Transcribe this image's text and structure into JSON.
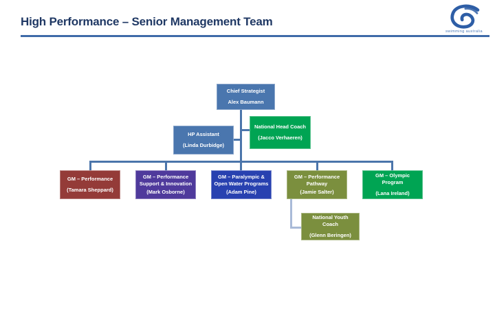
{
  "slide": {
    "title": "High Performance – Senior Management Team",
    "logo_caption": "swimming australia"
  },
  "org_chart": {
    "type": "org-tree",
    "nodes": {
      "chief": {
        "role": "Chief Strategist",
        "person": "Alex Baumann",
        "color": "#4A76AE"
      },
      "hp_assistant": {
        "role": "HP Assistant",
        "person": "(Linda Durbidge)",
        "color": "#4A76AE"
      },
      "head_coach": {
        "role": "National Head Coach",
        "person": "(Jacco Verhaeren)",
        "color": "#00A453"
      },
      "gm_performance": {
        "role": "GM – Performance",
        "person": "(Tamara Sheppard)",
        "color": "#943B38"
      },
      "gm_support": {
        "role": "GM – Performance Support & Innovation",
        "person": "(Mark Osborne)",
        "color": "#4F3A9C"
      },
      "gm_paralympic": {
        "role": "GM – Paralympic & Open Water Programs",
        "person": "(Adam Pine)",
        "color": "#2841B0"
      },
      "gm_pathway": {
        "role": "GM – Performance Pathway",
        "person": "(Jamie Salter)",
        "color": "#7B8F3E"
      },
      "gm_olympic": {
        "role": "GM – Olympic Program",
        "person": "(Lana Ireland)",
        "color": "#00A453"
      },
      "youth_coach": {
        "role": "National Youth Coach",
        "person": "(Glenn Beringen)",
        "color": "#7B8F3E"
      }
    },
    "edges": [
      [
        "chief",
        "hp_assistant"
      ],
      [
        "chief",
        "head_coach"
      ],
      [
        "chief",
        "gm_performance"
      ],
      [
        "chief",
        "gm_support"
      ],
      [
        "chief",
        "gm_paralympic"
      ],
      [
        "chief",
        "gm_pathway"
      ],
      [
        "chief",
        "gm_olympic"
      ],
      [
        "gm_pathway",
        "youth_coach"
      ]
    ]
  },
  "colors": {
    "title_text": "#1F3864",
    "title_rule": "#3E6AA8",
    "connector": "#4B75AB",
    "connector_light": "#A9BAD8",
    "steel_blue": "#4A76AE",
    "green": "#00A453",
    "maroon": "#943B38",
    "purple": "#4F3A9C",
    "royal_blue": "#2841B0",
    "olive": "#7B8F3E",
    "logo_blue": "#2E5EA6"
  }
}
